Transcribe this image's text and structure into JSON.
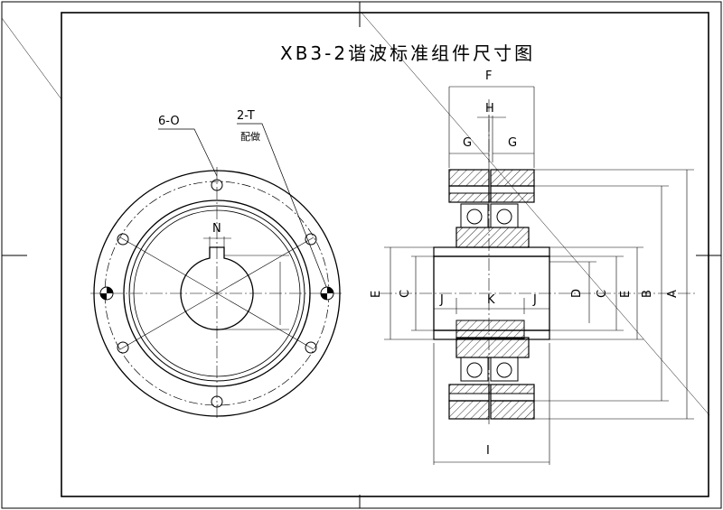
{
  "title": "XB3-2谐波标准组件尺寸图",
  "callouts": {
    "holes": "6-O",
    "tapped": "2-T",
    "tapped_note": "配做"
  },
  "dims": {
    "N": "N",
    "F": "F",
    "H": "H",
    "G_left": "G",
    "G_right": "G",
    "I": "I",
    "K": "K",
    "J_left": "J",
    "J_right": "J",
    "E_left": "E",
    "C_left": "C",
    "D": "D",
    "C_right": "C",
    "E_right": "E",
    "B": "B",
    "A": "A"
  }
}
